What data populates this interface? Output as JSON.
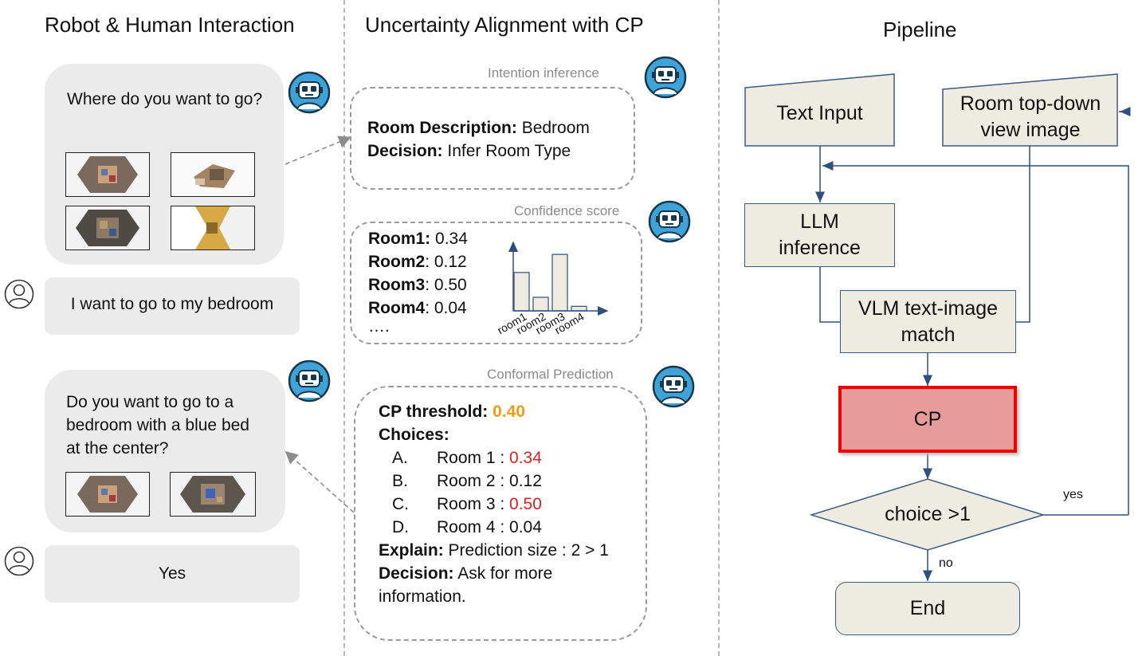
{
  "sections": {
    "interaction": "Robot & Human Interaction",
    "alignment": "Uncertainty Alignment with CP",
    "pipeline": "Pipeline"
  },
  "chat": {
    "question1": "Where do you want to go?",
    "reply1": "I want to go to my bedroom",
    "question2": "Do you want to go to a bedroom with a blue bed at the center?",
    "reply2": "Yes"
  },
  "intention": {
    "label": "Intention inference",
    "room_description_key": "Room Description:",
    "room_description_value": "Bedroom",
    "decision_key": "Decision:",
    "decision_value": "Infer Room Type"
  },
  "confidence": {
    "label": "Confidence score",
    "rows": [
      {
        "key": "Room1:",
        "value": "0.34"
      },
      {
        "key": "Room2",
        "value": ": 0.12"
      },
      {
        "key": "Room3",
        "value": ": 0.50"
      },
      {
        "key": "Room4",
        "value": ": 0.04"
      }
    ],
    "ellipsis": "…."
  },
  "chart_data": {
    "type": "bar",
    "categories": [
      "room1",
      "room2",
      "room3",
      "room4"
    ],
    "values": [
      0.34,
      0.12,
      0.5,
      0.04
    ],
    "title": "",
    "xlabel": "",
    "ylabel": "",
    "ylim": [
      0,
      0.6
    ],
    "grid": false
  },
  "conformal": {
    "label": "Conformal Prediction",
    "threshold_key": "CP threshold:",
    "threshold_value": "0.40",
    "choices_key": "Choices:",
    "choices": [
      {
        "letter": "A.",
        "text": "Room 1 : ",
        "score": "0.34",
        "highlight": true
      },
      {
        "letter": "B.",
        "text": "Room 2 : ",
        "score": "0.12",
        "highlight": false
      },
      {
        "letter": "C.",
        "text": "Room 3 : ",
        "score": "0.50",
        "highlight": true
      },
      {
        "letter": "D.",
        "text": "Room 4 : ",
        "score": "0.04",
        "highlight": false
      }
    ],
    "explain_key": "Explain:",
    "explain_value": "Prediction size : 2 > 1",
    "decision_key": "Decision:",
    "decision_value": "Ask for more information."
  },
  "pipeline": {
    "text_input": "Text Input",
    "room_image": "Room top-down view image",
    "llm": "LLM inference",
    "vlm": "VLM text-image match",
    "cp": "CP",
    "choice": "choice >1",
    "end": "End",
    "yes": "yes",
    "no": "no"
  },
  "colors": {
    "threshold": "#f39c12",
    "highlight": "#e02020",
    "node_fill": "#eeece1",
    "node_stroke": "#3c5a86",
    "cp_fill": "#e89b9b",
    "cp_border": "#f20000",
    "robot_icon": "#3fa3d8"
  },
  "icons": [
    "robot-icon",
    "user-icon",
    "room-thumbnail"
  ]
}
